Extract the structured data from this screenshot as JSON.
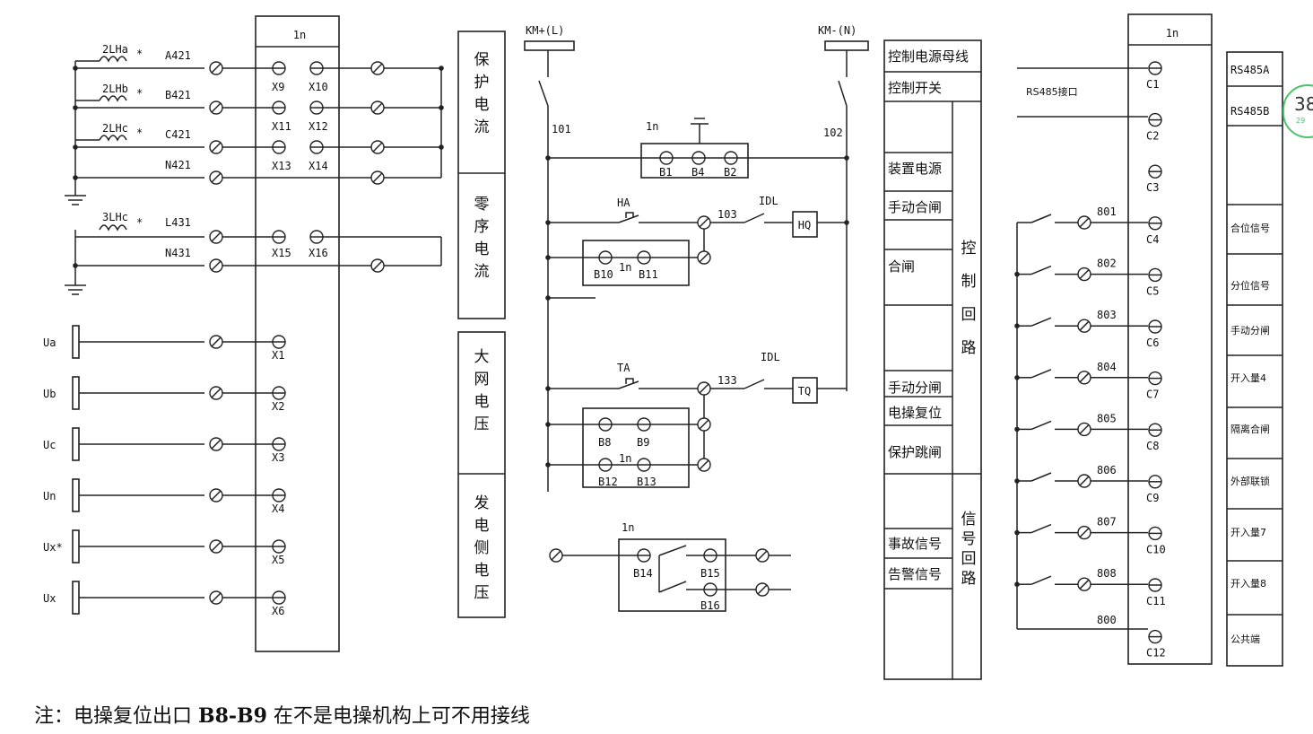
{
  "note": {
    "prefix": "注：电操复位出口 ",
    "bold": "B8-B9",
    "suffix": " 在不是电操机构上可不用接线"
  },
  "badge": {
    "value": "38",
    "sub": "29"
  },
  "device_label": "1n",
  "ct_section": {
    "cts": [
      {
        "name": "2LHa",
        "wire": "A421",
        "pos": "X9",
        "neg": "X10"
      },
      {
        "name": "2LHb",
        "wire": "B421",
        "pos": "X11",
        "neg": "X12"
      },
      {
        "name": "2LHc",
        "wire": "C421",
        "pos": "X13",
        "neg": "X14"
      }
    ],
    "neutral_wire": "N421",
    "zero_ct": {
      "name": "3LHc",
      "wire": "L431",
      "neutral": "N431",
      "pos": "X15",
      "neg": "X16"
    },
    "polarity_mark": "*"
  },
  "voltage_inputs": [
    {
      "name": "Ua",
      "terminal": "X1"
    },
    {
      "name": "Ub",
      "terminal": "X2"
    },
    {
      "name": "Uc",
      "terminal": "X3"
    },
    {
      "name": "Un",
      "terminal": "X4"
    },
    {
      "name": "Ux*",
      "terminal": "X5"
    },
    {
      "name": "Ux",
      "terminal": "X6"
    }
  ],
  "left_function_labels": [
    "保护电流",
    "零序电流",
    "大网电压",
    "发电侧电压"
  ],
  "control_circuit": {
    "positive_bus": "KM+(L)",
    "negative_bus": "KM-(N)",
    "wire_101": "101",
    "wire_102": "102",
    "power_terminals": [
      "B1",
      "B4",
      "B2"
    ],
    "close_switch": "HA",
    "close_wire": "103",
    "close_coil": "HQ",
    "close_outputs": [
      "B10",
      "B11"
    ],
    "aux_contact": "IDL",
    "trip_switch": "TA",
    "trip_wire": "133",
    "trip_coil": "TQ",
    "reset_outputs": [
      "B8",
      "B9"
    ],
    "trip_outputs": [
      "B12",
      "B13"
    ],
    "signal_outputs": [
      "B14",
      "B15",
      "B16"
    ]
  },
  "middle_table": {
    "rows": [
      "控制电源母线",
      "控制开关",
      "装置电源",
      "手动合闸",
      "合闸",
      "手动分闸",
      "电操复位",
      "保护跳闸",
      "事故信号",
      "告警信号"
    ],
    "side_labels": [
      "控制回路",
      "信号回路"
    ]
  },
  "comm_section": {
    "rs485_label": "RS485接口",
    "terminals": [
      "C1",
      "C2",
      "C3",
      "C4",
      "C5",
      "C6",
      "C7",
      "C8",
      "C9",
      "C10",
      "C11",
      "C12"
    ],
    "input_wires": [
      "801",
      "802",
      "803",
      "804",
      "805",
      "806",
      "807",
      "808"
    ],
    "common_wire": "800"
  },
  "right_table": {
    "rows": [
      "RS485A",
      "RS485B",
      "合位信号",
      "分位信号",
      "手动分闸",
      "开入量4",
      "隔离合闸",
      "外部联锁",
      "开入量7",
      "开入量8",
      "公共端"
    ]
  }
}
